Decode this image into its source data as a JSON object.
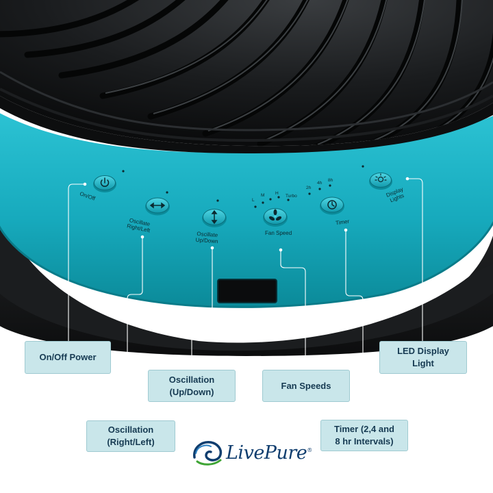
{
  "buttons": [
    {
      "id": "power",
      "label_lines": [
        "On/Off"
      ],
      "icon": "power-icon"
    },
    {
      "id": "osc_lr",
      "label_lines": [
        "Oscillate",
        "Right/Left"
      ],
      "icon": "double-arrow-horizontal-icon"
    },
    {
      "id": "osc_ud",
      "label_lines": [
        "Oscillate",
        "Up/Down"
      ],
      "icon": "double-arrow-vertical-icon"
    },
    {
      "id": "fan",
      "label_lines": [
        "Fan Speed"
      ],
      "icon": "fan-icon"
    },
    {
      "id": "timer",
      "label_lines": [
        "Timer"
      ],
      "icon": "clock-icon"
    },
    {
      "id": "display",
      "label_lines": [
        "Display",
        "Lights"
      ],
      "icon": "light-bulb-icon"
    }
  ],
  "speed_marks": [
    "L",
    "M",
    "H",
    "Turbo"
  ],
  "timer_marks": [
    "2h",
    "4h",
    "8h"
  ],
  "callouts": {
    "power": [
      "On/Off Power"
    ],
    "osc_lr": [
      "Oscillation",
      "(Right/Left)"
    ],
    "osc_ud": [
      "Oscillation",
      "(Up/Down)"
    ],
    "fan": [
      "Fan Speeds"
    ],
    "timer": [
      "Timer (2,4 and",
      "8 hr Intervals)"
    ],
    "display": [
      "LED Display",
      "Light"
    ]
  },
  "logo": {
    "text": "LivePure",
    "mark": "®"
  },
  "colors": {
    "teal": "#1fb3c6",
    "teal_dark": "#0e8796",
    "body_black": "#141617",
    "callout_bg": "#c9e6ea",
    "callout_text": "#163a52",
    "brand_blue": "#0f3d6e",
    "brand_green": "#3fa535"
  }
}
